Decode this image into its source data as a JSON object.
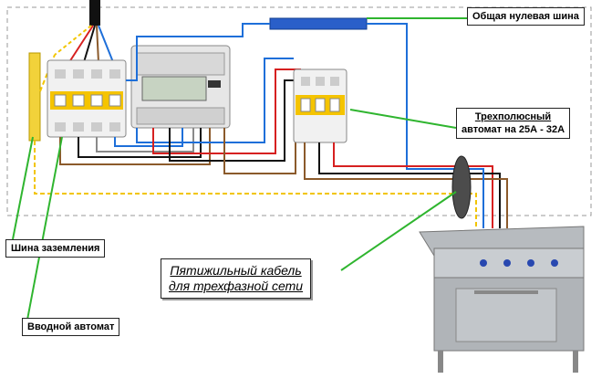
{
  "labels": {
    "neutral_bus": "Общая нулевая шина",
    "three_pole_breaker_line1": "Трехполюсный",
    "three_pole_breaker_line2": "автомат на 25А - 32А",
    "ground_bus": "Шина заземления",
    "input_breaker": "Вводной автомат",
    "cable_line1": "Пятижильный кабель",
    "cable_line2": "для трехфазной сети"
  },
  "colors": {
    "wire_brown": "#8b5a2b",
    "wire_black": "#111111",
    "wire_gray": "#8a8a8a",
    "wire_red": "#d62020",
    "wire_blue": "#1e6fd9",
    "wire_ground": "#f2c500",
    "pointer_green": "#2fb52f",
    "breaker_yellow": "#f5c400"
  },
  "icons": {
    "input_breaker": "four-pole-breaker-icon",
    "meter": "electric-meter-icon",
    "three_pole_breaker": "three-pole-breaker-icon",
    "stove": "electric-stove-icon",
    "cable_bundle": "cable-bundle-icon"
  }
}
